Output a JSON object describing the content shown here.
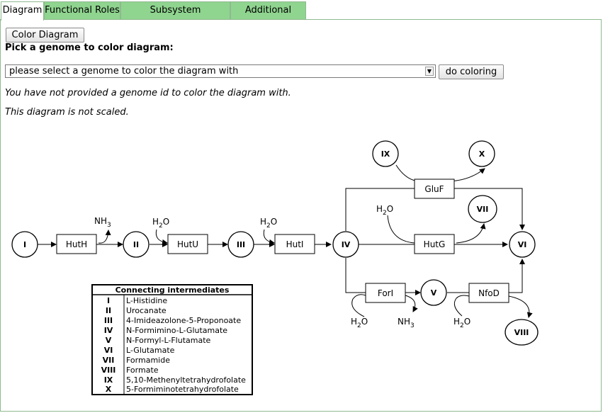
{
  "tabs": [
    {
      "label": "Diagram",
      "active": true
    },
    {
      "label": "Functional Roles",
      "active": false
    },
    {
      "label": "Subsystem Spreadsheet",
      "active": false
    },
    {
      "label": "Additional Notes",
      "active": false
    }
  ],
  "color_diagram_button": "Color Diagram",
  "pick_genome_label": "Pick a genome to color diagram:",
  "genome_select": {
    "value": "please select a genome to color the diagram with"
  },
  "do_coloring_button": "do coloring",
  "notice_no_genome": "You have not provided a genome id to color the diagram with.",
  "notice_not_scaled": "This diagram is not scaled.",
  "diagram": {
    "nodes": {
      "I": "I",
      "II": "II",
      "III": "III",
      "IV": "IV",
      "V": "V",
      "VI": "VI",
      "VII": "VII",
      "VIII": "VIII",
      "IX": "IX",
      "X": "X"
    },
    "enzymes": {
      "HutH": "HutH",
      "HutU": "HutU",
      "HutI": "HutI",
      "GluF": "GluF",
      "HutG": "HutG",
      "ForI": "ForI",
      "NfoD": "NfoD"
    },
    "side_labels": {
      "nh3": "NH",
      "nh3_sub": "3",
      "h2o": "H",
      "h2o_sub": "2",
      "h2o_o": "O"
    },
    "legend": {
      "title": "Connecting intermediates",
      "rows": [
        {
          "num": "I",
          "name": "L-Histidine"
        },
        {
          "num": "II",
          "name": "Urocanate"
        },
        {
          "num": "III",
          "name": "4-Imideazolone-5-Proponoate"
        },
        {
          "num": "IV",
          "name": "N-Formimino-L-Glutamate"
        },
        {
          "num": "V",
          "name": "N-Formyl-L-Flutamate"
        },
        {
          "num": "VI",
          "name": "L-Glutamate"
        },
        {
          "num": "VII",
          "name": "Formamide"
        },
        {
          "num": "VIII",
          "name": "Formate"
        },
        {
          "num": "IX",
          "name": "5,10-Methenyltetrahydrofolate"
        },
        {
          "num": "X",
          "name": "5-Formiminotetrahydrofolate"
        }
      ]
    }
  }
}
